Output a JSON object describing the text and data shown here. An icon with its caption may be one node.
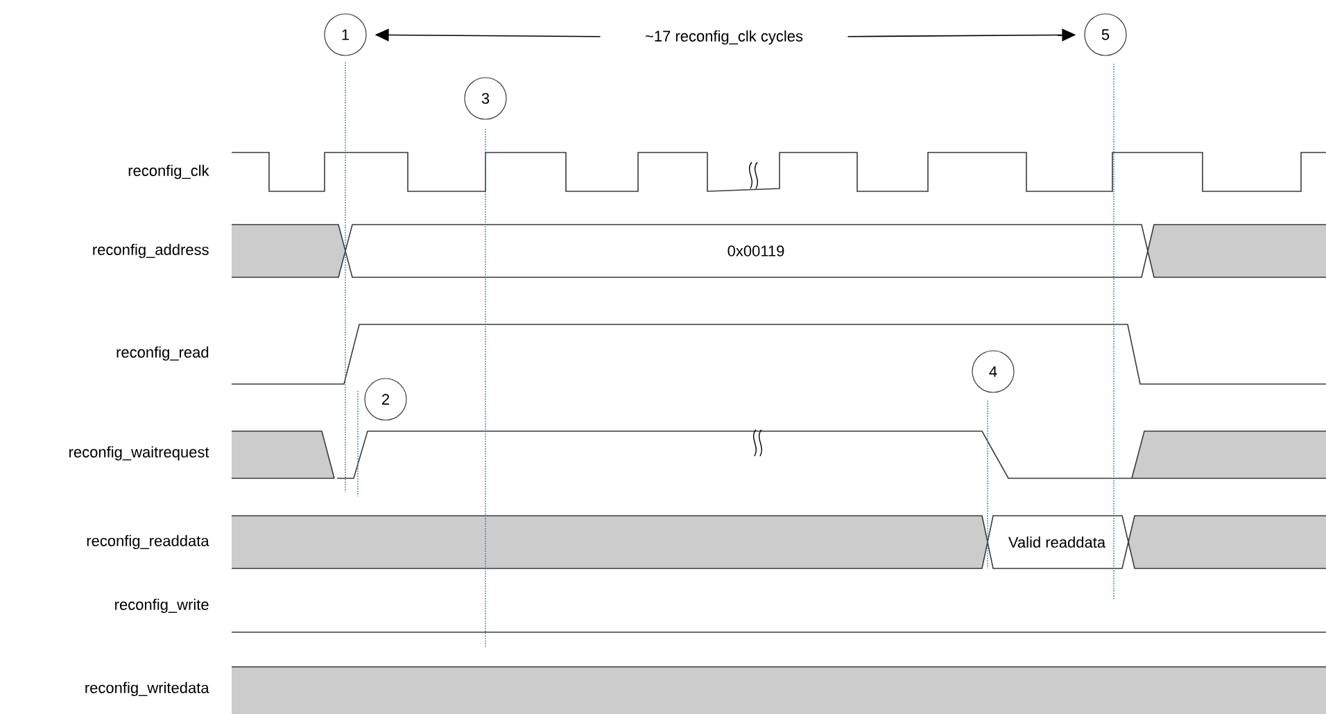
{
  "diagram": {
    "nodes": [
      {
        "text": [
          "1"
        ]
      },
      {
        "text": [
          "~17 reconfig_clk cycles"
        ]
      },
      {
        "text": [
          "5"
        ]
      },
      {
        "text": [
          "3"
        ]
      },
      {
        "text": [
          "4"
        ]
      },
      {
        "text": [
          "2"
        ]
      }
    ],
    "edges": [
      {
        "from": 1,
        "to": 0,
        "arrow": "to"
      },
      {
        "from": 1,
        "to": 2,
        "arrow": "to"
      }
    ],
    "labels": [
      "reconfig_clk",
      "reconfig_address",
      "0x00119",
      "reconfig_read",
      "reconfig_waitrequest",
      "reconfig_readdata",
      "Valid readdata",
      "reconfig_write",
      "reconfig_writedata"
    ]
  }
}
